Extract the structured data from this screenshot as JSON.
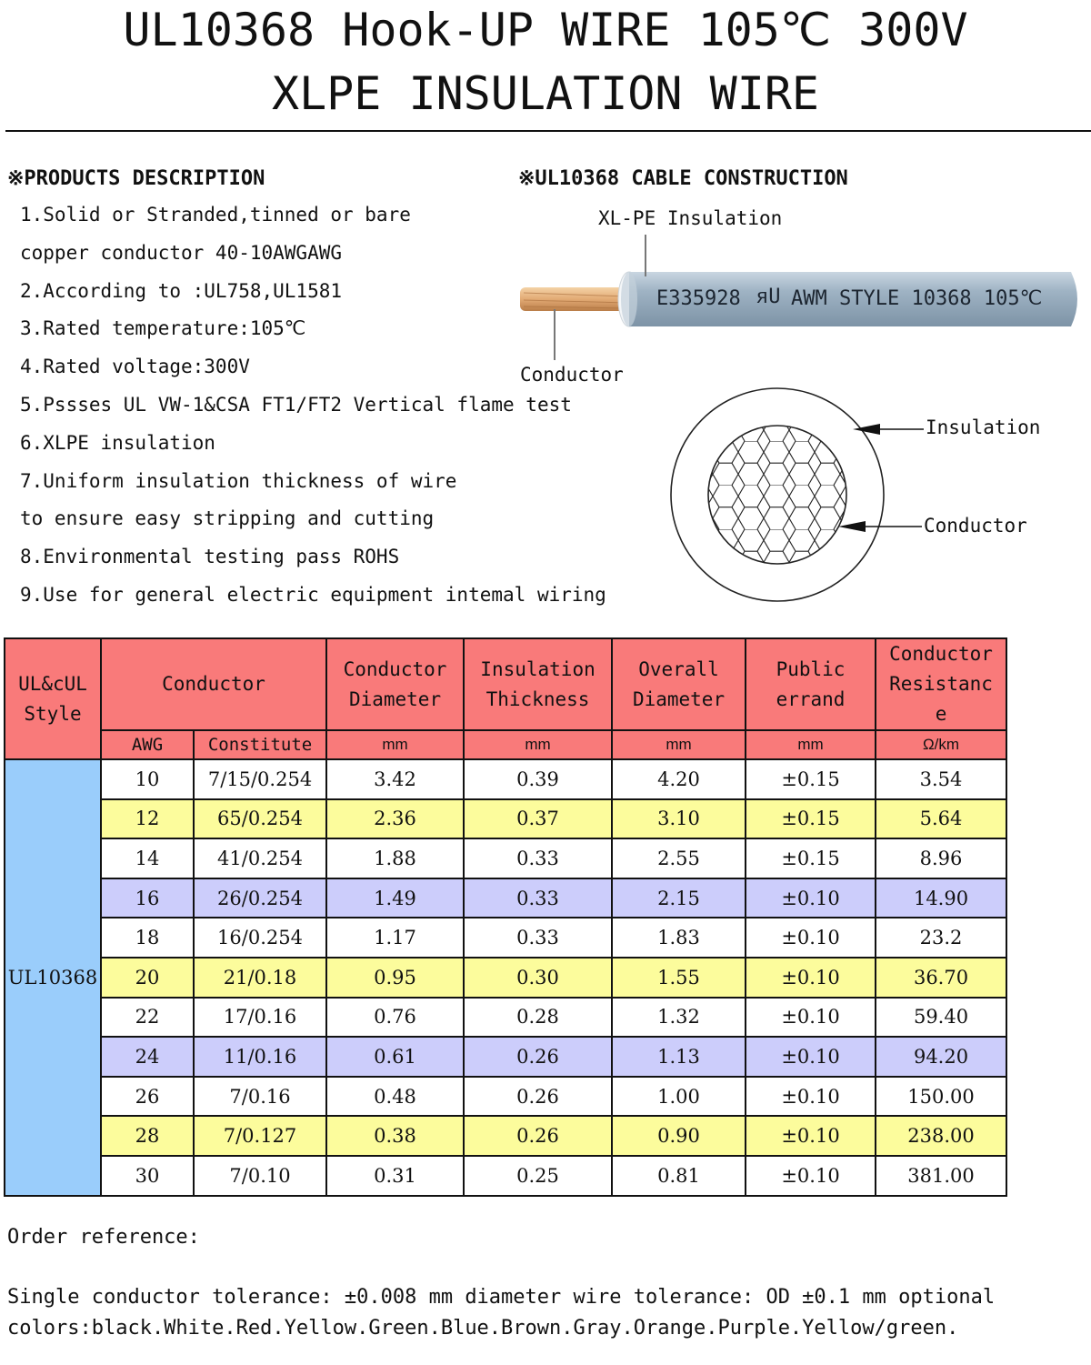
{
  "title": {
    "line1": "UL10368 Hook-UP WIRE 105℃ 300V",
    "line2": "XLPE INSULATION WIRE"
  },
  "description": {
    "heading": "※PRODUCTS DESCRIPTION",
    "lines": [
      "1.Solid or Stranded,tinned or bare",
      "copper conductor 40-10AWGAWG",
      "2.According to :UL758,UL1581",
      "3.Rated temperature:105℃",
      "4.Rated voltage:300V",
      "5.Pssses UL VW-1&CSA FT1/FT2 Vertical flame test",
      "6.XLPE insulation",
      "7.Uniform insulation thickness of wire",
      "to ensure easy stripping and cutting",
      "8.Environmental testing pass ROHS",
      "9.Use for general electric equipment intemal wiring"
    ]
  },
  "construction": {
    "heading": "※UL10368  CABLE CONSTRUCTION",
    "insulation_label_top": "XL-PE Insulation",
    "print_text": "E335928",
    "print_text2": "AWM STYLE 10368 105℃",
    "conductor_label_top": "Conductor",
    "insulation_label_cross": "Insulation",
    "conductor_label_cross": "Conductor",
    "colors": {
      "jacket": "#9fb3c4",
      "copper": "#e2aa74"
    }
  },
  "table": {
    "headers": {
      "style": [
        "UL&cUL",
        "Style"
      ],
      "conductor": "Conductor",
      "conductor_diameter": [
        "Conductor",
        "Diameter"
      ],
      "insulation_thickness": [
        "Insulation",
        "Thickness"
      ],
      "overall_diameter": [
        "Overall",
        "Diameter"
      ],
      "public_errand": [
        "Public",
        "errand"
      ],
      "conductor_resistance": [
        "Conductor",
        "Resistanc",
        "e"
      ],
      "awg": "AWG",
      "constitute": "Constitute",
      "units": [
        "mm",
        "mm",
        "mm",
        "mm",
        "Ω/km"
      ]
    },
    "style_value": "UL10368",
    "rows": [
      {
        "awg": "10",
        "constitute": "7/15/0.254",
        "cd": "3.42",
        "it": "0.39",
        "od": "4.20",
        "pe": "±0.15",
        "cr": "3.54",
        "tint": "white"
      },
      {
        "awg": "12",
        "constitute": "65/0.254",
        "cd": "2.36",
        "it": "0.37",
        "od": "3.10",
        "pe": "±0.15",
        "cr": "5.64",
        "tint": "yellow"
      },
      {
        "awg": "14",
        "constitute": "41/0.254",
        "cd": "1.88",
        "it": "0.33",
        "od": "2.55",
        "pe": "±0.15",
        "cr": "8.96",
        "tint": "white"
      },
      {
        "awg": "16",
        "constitute": "26/0.254",
        "cd": "1.49",
        "it": "0.33",
        "od": "2.15",
        "pe": "±0.10",
        "cr": "14.90",
        "tint": "purple"
      },
      {
        "awg": "18",
        "constitute": "16/0.254",
        "cd": "1.17",
        "it": "0.33",
        "od": "1.83",
        "pe": "±0.10",
        "cr": "23.2",
        "tint": "white"
      },
      {
        "awg": "20",
        "constitute": "21/0.18",
        "cd": "0.95",
        "it": "0.30",
        "od": "1.55",
        "pe": "±0.10",
        "cr": "36.70",
        "tint": "yellow"
      },
      {
        "awg": "22",
        "constitute": "17/0.16",
        "cd": "0.76",
        "it": "0.28",
        "od": "1.32",
        "pe": "±0.10",
        "cr": "59.40",
        "tint": "white"
      },
      {
        "awg": "24",
        "constitute": "11/0.16",
        "cd": "0.61",
        "it": "0.26",
        "od": "1.13",
        "pe": "±0.10",
        "cr": "94.20",
        "tint": "purple"
      },
      {
        "awg": "26",
        "constitute": "7/0.16",
        "cd": "0.48",
        "it": "0.26",
        "od": "1.00",
        "pe": "±0.10",
        "cr": "150.00",
        "tint": "white"
      },
      {
        "awg": "28",
        "constitute": "7/0.127",
        "cd": "0.38",
        "it": "0.26",
        "od": "0.90",
        "pe": "±0.10",
        "cr": "238.00",
        "tint": "yellow"
      },
      {
        "awg": "30",
        "constitute": "7/0.10",
        "cd": "0.31",
        "it": "0.25",
        "od": "0.81",
        "pe": "±0.10",
        "cr": "381.00",
        "tint": "white"
      }
    ]
  },
  "order": {
    "heading": "Order reference:",
    "line1": "Single conductor tolerance: ±0.008 mm  diameter wire tolerance: OD ±0.1 mm optional",
    "line2": "colors:black.White.Red.Yellow.Green.Blue.Brown.Gray.Orange.Purple.Yellow/green."
  }
}
